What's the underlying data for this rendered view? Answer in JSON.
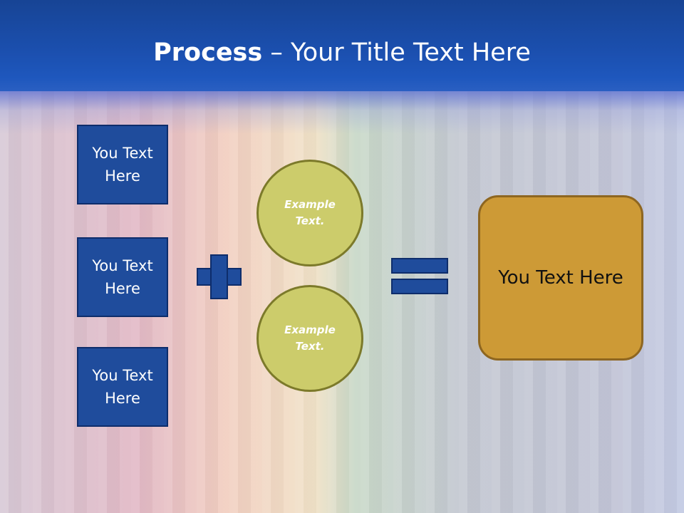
{
  "title": {
    "bold": "Process",
    "rest": " – Your Title Text Here"
  },
  "left_boxes": [
    {
      "label": "You Text Here"
    },
    {
      "label": "You Text Here"
    },
    {
      "label": "You Text Here"
    }
  ],
  "circles": [
    {
      "label": "Example Text."
    },
    {
      "label": "Example Text."
    }
  ],
  "result": {
    "label": "You Text Here"
  },
  "colors": {
    "header": "#1b4fae",
    "box_fill": "#1f4c9c",
    "circle_fill": "#cccc6b",
    "result_fill": "#cd9a36"
  },
  "icons": [
    "plus-icon",
    "equals-icon"
  ]
}
